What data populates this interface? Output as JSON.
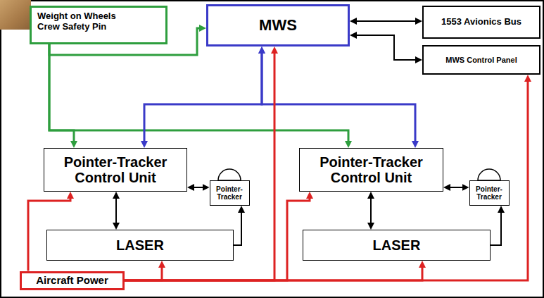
{
  "diagram": {
    "nodes": [
      {
        "text": [
          "Weight on Wheels Crew Safety Pin"
        ]
      },
      {
        "text": [
          "MWS"
        ]
      },
      {
        "text": [
          "1553 Avionics Bus"
        ]
      },
      {
        "text": [
          "MWS Control Panel"
        ]
      },
      {
        "text": [
          "Pointer-Tracker Control Unit"
        ]
      },
      {
        "text": [
          "Pointer-Tracker"
        ]
      },
      {
        "text": [
          "LASER"
        ]
      },
      {
        "text": [
          "Pointer-Tracker Control Unit"
        ]
      },
      {
        "text": [
          "Pointer-Tracker"
        ]
      },
      {
        "text": [
          "LASER"
        ]
      },
      {
        "text": [
          "Aircraft Power"
        ]
      }
    ],
    "edges": [
      {
        "from": 1,
        "to": 2,
        "arrow": "both"
      },
      {
        "from": 1,
        "to": 3,
        "arrow": "both"
      },
      {
        "from": 0,
        "to": 1,
        "arrow": "to"
      },
      {
        "from": 0,
        "to": 4,
        "arrow": "to"
      },
      {
        "from": 0,
        "to": 7,
        "arrow": "to"
      },
      {
        "from": 1,
        "to": 4,
        "arrow": "both"
      },
      {
        "from": 1,
        "to": 7,
        "arrow": "both"
      },
      {
        "from": 4,
        "to": 5,
        "arrow": "both"
      },
      {
        "from": 4,
        "to": 6,
        "arrow": "both"
      },
      {
        "from": 6,
        "to": 5,
        "arrow": "to"
      },
      {
        "from": 7,
        "to": 8,
        "arrow": "both"
      },
      {
        "from": 7,
        "to": 9,
        "arrow": "both"
      },
      {
        "from": 9,
        "to": 8,
        "arrow": "to"
      },
      {
        "from": 10,
        "to": 4,
        "arrow": "to"
      },
      {
        "from": 10,
        "to": 6,
        "arrow": "to"
      },
      {
        "from": 10,
        "to": 1,
        "arrow": "to"
      },
      {
        "from": 10,
        "to": 7,
        "arrow": "to"
      },
      {
        "from": 10,
        "to": 9,
        "arrow": "to"
      },
      {
        "from": 10,
        "to": 3,
        "arrow": "to"
      }
    ]
  }
}
